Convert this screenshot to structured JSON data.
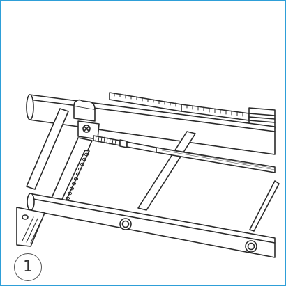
{
  "figure": {
    "step_number": "1",
    "frame_color": "#2e9fd8",
    "line_color": "#2a2a2a",
    "background_color": "#ffffff"
  },
  "icons": {
    "step": "circled-number",
    "cable": "cable-with-threaded-end",
    "scale": "graduated-ruler",
    "clamp": "clamp-with-screw"
  }
}
